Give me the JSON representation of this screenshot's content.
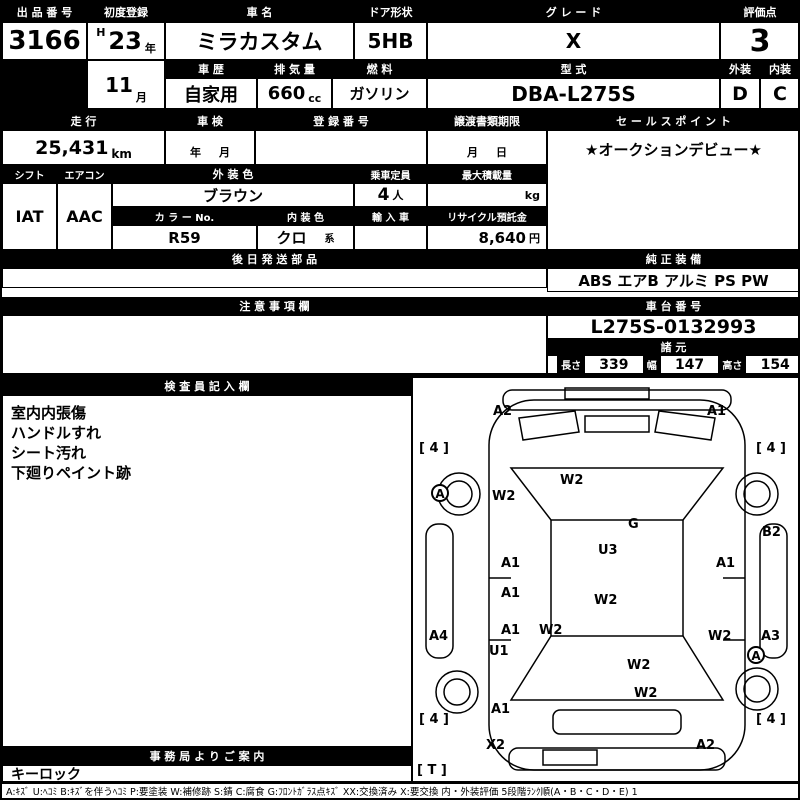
{
  "top": {
    "exhibit_no_label": "出 品 番 号",
    "exhibit_no": "3166",
    "first_reg_label": "初度登録",
    "era": "H",
    "year": "23",
    "year_unit": "年",
    "month": "11",
    "month_unit": "月",
    "car_name_label": "車  名",
    "car_name": "ミラカスタム",
    "door_label": "ドア形状",
    "door": "5HB",
    "grade_label": "グ レ ー ド",
    "grade": "X",
    "score_label": "評価点",
    "score": "3",
    "history_label": "車 歴",
    "history": "自家用",
    "disp_label": "排 気 量",
    "disp": "660",
    "disp_unit": "cc",
    "fuel_label": "燃 料",
    "fuel": "ガソリン",
    "model_label": "型  式",
    "model": "DBA-L275S",
    "ext_label": "外装",
    "ext_grade": "D",
    "int_label": "内装",
    "int_grade": "C"
  },
  "reg": {
    "mileage_label": "走 行",
    "mileage": "25,431",
    "mileage_unit": "km",
    "inspection_label": "車 検",
    "inspection_year_unit": "年",
    "inspection_month_unit": "月",
    "regno_label": "登 録 番 号",
    "transfer_label": "譲渡書類期限",
    "transfer_month_unit": "月",
    "transfer_day_unit": "日",
    "sales_label": "セ ー ル ス ポ イ ン ト",
    "sales_point": "★オークションデビュー★"
  },
  "spec": {
    "shift_label": "シフト",
    "shift": "IAT",
    "ac_label": "エアコン",
    "ac": "AAC",
    "ext_color_label": "外 装 色",
    "ext_color": "ブラウン",
    "capacity_label": "乗車定員",
    "capacity": "4",
    "capacity_unit": "人",
    "max_load_label": "最大積載量",
    "max_load_unit": "kg",
    "color_no_label": "カ ラ ー No.",
    "color_no": "R59",
    "int_color_label": "内 装 色",
    "int_color": "クロ",
    "int_color_unit": "系",
    "import_label": "輸 入 車",
    "recycle_label": "リサイクル預託金",
    "recycle": "8,640",
    "recycle_unit": "円"
  },
  "mid": {
    "later_parts_label": "後 日 発 送 部 品",
    "equipment_label": "純 正 装 備",
    "equipment": "ABS エアB アルミ PS PW",
    "caution_label": "注 意 事 項 欄",
    "chassis_label": "車 台 番 号",
    "chassis_no": "L275S-0132993",
    "dims_label": "諸  元",
    "length_label": "長さ",
    "length": "339",
    "width_label": "幅",
    "width": "147",
    "height_label": "高さ",
    "height": "154"
  },
  "inspector": {
    "title": "検 査 員 記 入 欄",
    "notes": [
      "室内内張傷",
      "ハンドルすれ",
      "シート汚れ",
      "下廻りペイント跡"
    ],
    "office_label": "事 務 局 よ り ご 案 内",
    "office_note": "キーロック"
  },
  "diagram": {
    "labels": [
      "A2",
      "A1",
      "[ 4 ]",
      "[ 4 ]",
      "A",
      "W2",
      "W2",
      "G",
      "U3",
      "A1",
      "A1",
      "B2",
      "A1",
      "W2",
      "A4",
      "A1",
      "W2",
      "W2",
      "A3",
      "U1",
      "W2",
      "A",
      "A1",
      "W2",
      "[ 4 ]",
      "[ 4 ]",
      "X2",
      "A2",
      "[ T ]"
    ]
  },
  "footer": {
    "legend": "A:ｷｽﾞ U:ﾍｺﾐ B:ｷｽﾞを伴うﾍｺﾐ P:要塗装 W:補修跡 S:錆 C:腐食 G:ﾌﾛﾝﾄｶﾞﾗｽ点ｷｽﾞ XX:交換済み X:要交換  内・外装評価 5段階ﾗﾝｸ順(A・B・C・D・E) 1"
  }
}
